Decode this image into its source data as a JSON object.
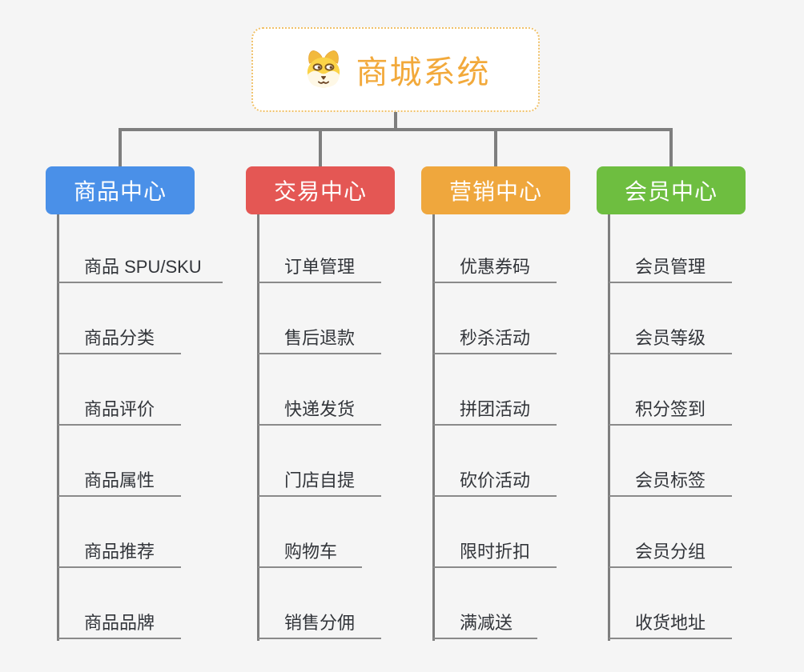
{
  "diagram": {
    "root": {
      "title": "商城系统",
      "icon": "shiba-dog"
    },
    "branches": [
      {
        "label": "商品中心",
        "color": "#4a90e8",
        "children": [
          "商品 SPU/SKU",
          "商品分类",
          "商品评价",
          "商品属性",
          "商品推荐",
          "商品品牌"
        ]
      },
      {
        "label": "交易中心",
        "color": "#e45754",
        "children": [
          "订单管理",
          "售后退款",
          "快递发货",
          "门店自提",
          "购物车",
          "销售分佣"
        ]
      },
      {
        "label": "营销中心",
        "color": "#efa73d",
        "children": [
          "优惠券码",
          "秒杀活动",
          "拼团活动",
          "砍价活动",
          "限时折扣",
          "满减送"
        ]
      },
      {
        "label": "会员中心",
        "color": "#6ebe40",
        "children": [
          "会员管理",
          "会员等级",
          "积分签到",
          "会员标签",
          "会员分组",
          "收货地址"
        ]
      }
    ],
    "colors": {
      "background": "#f5f5f5",
      "root_text": "#f2a93b",
      "root_border": "#f0c169",
      "connector": "#7e7e7e",
      "child_underline": "#8a8a8a",
      "child_text": "#32353a"
    }
  }
}
